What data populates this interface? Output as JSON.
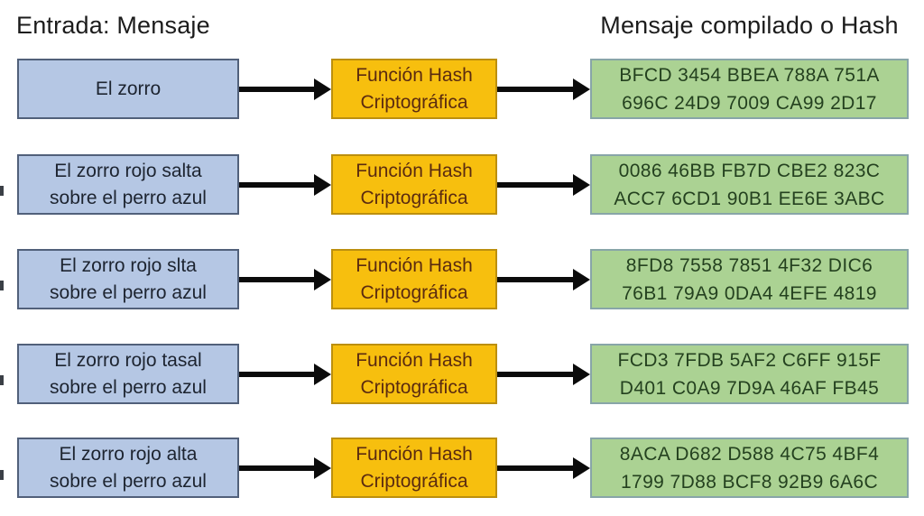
{
  "header": {
    "left_title": "Entrada: Mensaje",
    "right_title": "Mensaje compilado o Hash"
  },
  "hash_function": {
    "line1": "Función Hash",
    "line2": "Criptográfica"
  },
  "rows": [
    {
      "input": [
        "El zorro"
      ],
      "hash": [
        "BFCD 3454 BBEA 788A 751A",
        "696C 24D9 7009 CA99 2D17"
      ]
    },
    {
      "input": [
        "El zorro rojo salta",
        "sobre el perro azul"
      ],
      "hash": [
        "0086 46BB FB7D CBE2 823C",
        "ACC7 6CD1 90B1 EE6E 3ABC"
      ]
    },
    {
      "input": [
        "El zorro rojo slta",
        "sobre el perro azul"
      ],
      "hash": [
        "8FD8 7558 7851 4F32 DIC6",
        "76B1 79A9 0DA4 4EFE 4819"
      ]
    },
    {
      "input": [
        "El zorro rojo tasal",
        "sobre el perro azul"
      ],
      "hash": [
        "FCD3 7FDB 5AF2 C6FF 915F",
        "D401 C0A9 7D9A 46AF FB45"
      ]
    },
    {
      "input": [
        "El zorro rojo alta",
        "sobre el perro azul"
      ],
      "hash": [
        "8ACA D682 D588 4C75 4BF4",
        "1799 7D88 BCF8 92B9 6A6C"
      ]
    }
  ],
  "icons": {
    "arrow": "arrow-right"
  },
  "colors": {
    "background": "#ffffff",
    "input_box_fill": "#b5c7e4",
    "input_box_border": "#51607a",
    "function_box_fill": "#f7bf0e",
    "function_box_border": "#bc8f0e",
    "function_box_text": "#5b2b10",
    "hash_box_fill": "#abd293",
    "hash_box_border": "#88a5a8",
    "hash_box_text": "#24411f",
    "arrow": "#0b0b0b",
    "title_text": "#1c1c1c"
  }
}
